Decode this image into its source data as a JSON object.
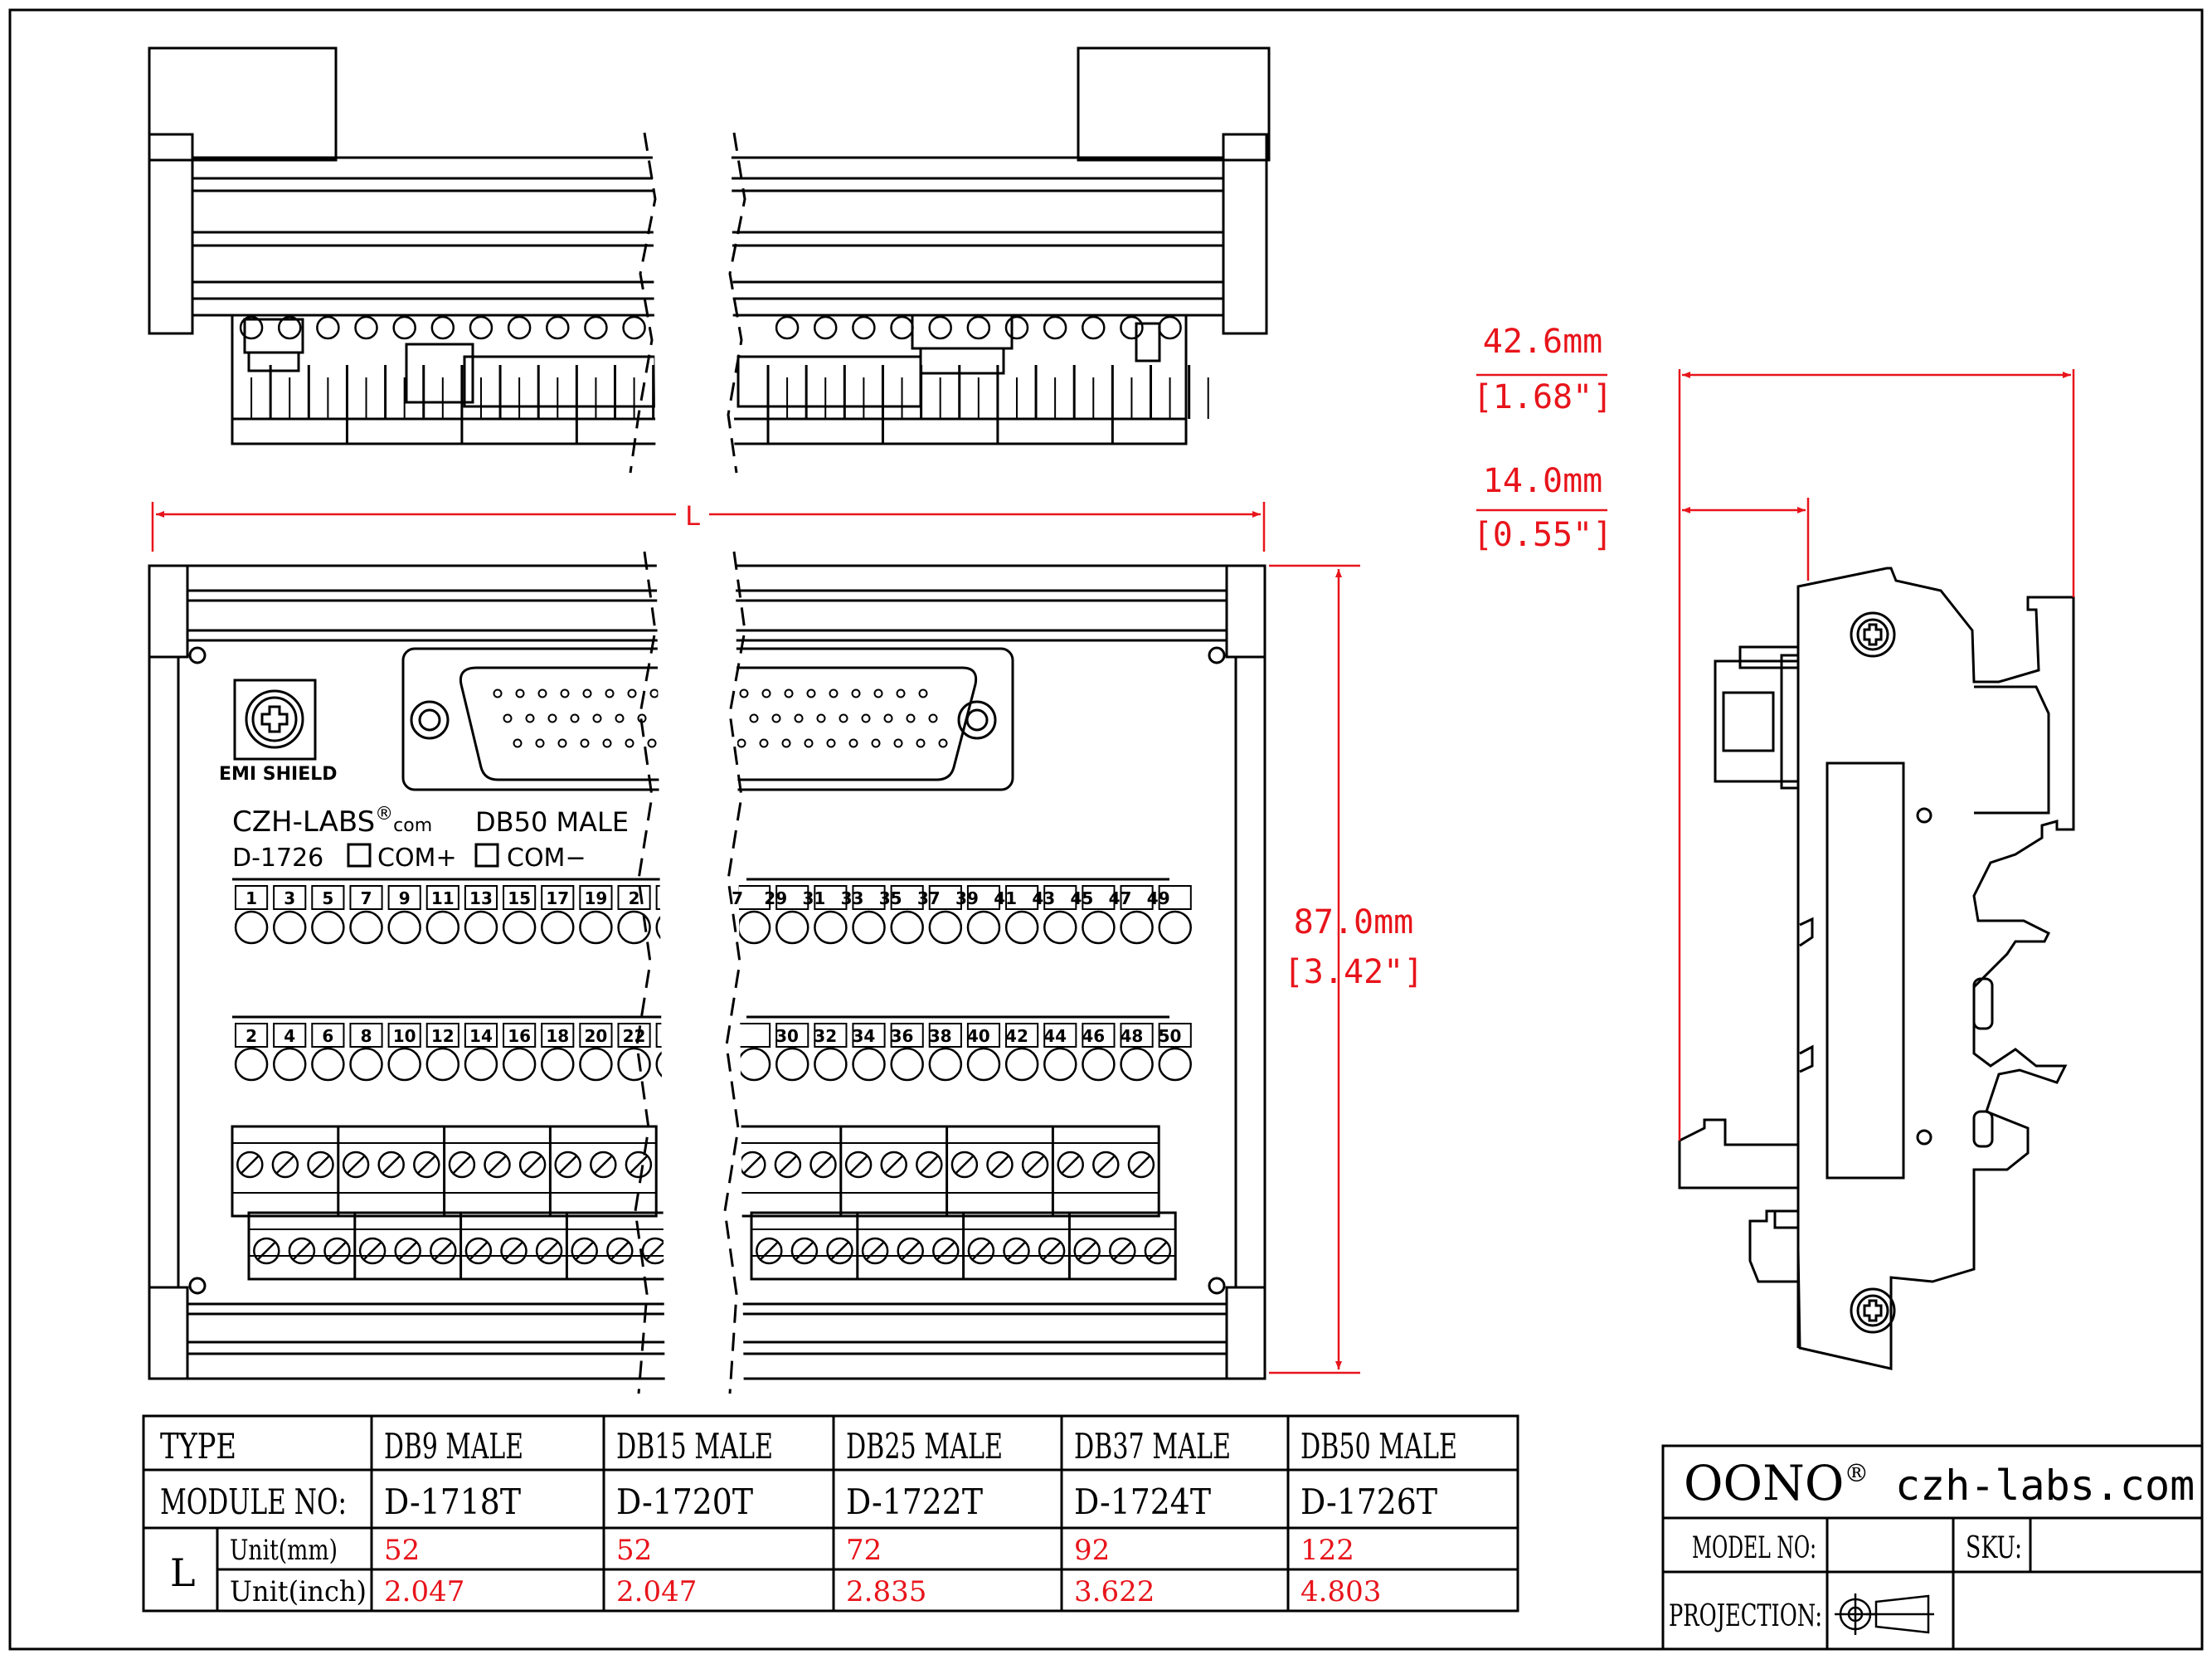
{
  "colors": {
    "line": "#000000",
    "dimension": "#e8141b",
    "value": "#e8141b",
    "face": "#ffffff"
  },
  "dimensions": {
    "overall_length_label": "L",
    "depth_mm": "42.6mm",
    "depth_in": "[1.68\"]",
    "offset_mm": "14.0mm",
    "offset_in": "[0.55\"]",
    "height_mm": "87.0mm",
    "height_in": "[3.42\"]"
  },
  "panel": {
    "emi_label": "EMI SHIELD",
    "brand": "CZH-LABS",
    "brand_suffix": "com",
    "connector_name": "DB50 MALE",
    "model": "D-1726",
    "com_plus": "COM+",
    "com_minus": "COM−",
    "odd_left": [
      "1",
      "3",
      "5",
      "7",
      "9",
      "11",
      "13",
      "15",
      "17",
      "19",
      "2"
    ],
    "odd_right": [
      "7",
      "29",
      "31",
      "33",
      "35",
      "37",
      "39",
      "41",
      "43",
      "45",
      "47",
      "49"
    ],
    "even_left": [
      "2",
      "4",
      "6",
      "8",
      "10",
      "12",
      "14",
      "16",
      "18",
      "20",
      "22"
    ],
    "even_right": [
      "30",
      "32",
      "34",
      "36",
      "38",
      "40",
      "42",
      "44",
      "46",
      "48",
      "50"
    ]
  },
  "spec_table": {
    "type_label": "TYPE",
    "module_label": "MODULE NO:",
    "l_label": "L",
    "unit_mm_label": "Unit(mm)",
    "unit_inch_label": "Unit(inch)",
    "columns": [
      {
        "type": "DB9 MALE",
        "module": "D-1718T",
        "mm": "52",
        "inch": "2.047"
      },
      {
        "type": "DB15 MALE",
        "module": "D-1720T",
        "mm": "52",
        "inch": "2.047"
      },
      {
        "type": "DB25 MALE",
        "module": "D-1722T",
        "mm": "72",
        "inch": "2.835"
      },
      {
        "type": "DB37 MALE",
        "module": "D-1724T",
        "mm": "92",
        "inch": "3.622"
      },
      {
        "type": "DB50 MALE",
        "module": "D-1726T",
        "mm": "122",
        "inch": "4.803"
      }
    ]
  },
  "title_block": {
    "brand": "OONO",
    "brand_mark": "®",
    "website": "czh-labs.com",
    "model_label": "MODEL NO:",
    "sku_label": "SKU:",
    "projection_label": "PROJECTION:"
  }
}
